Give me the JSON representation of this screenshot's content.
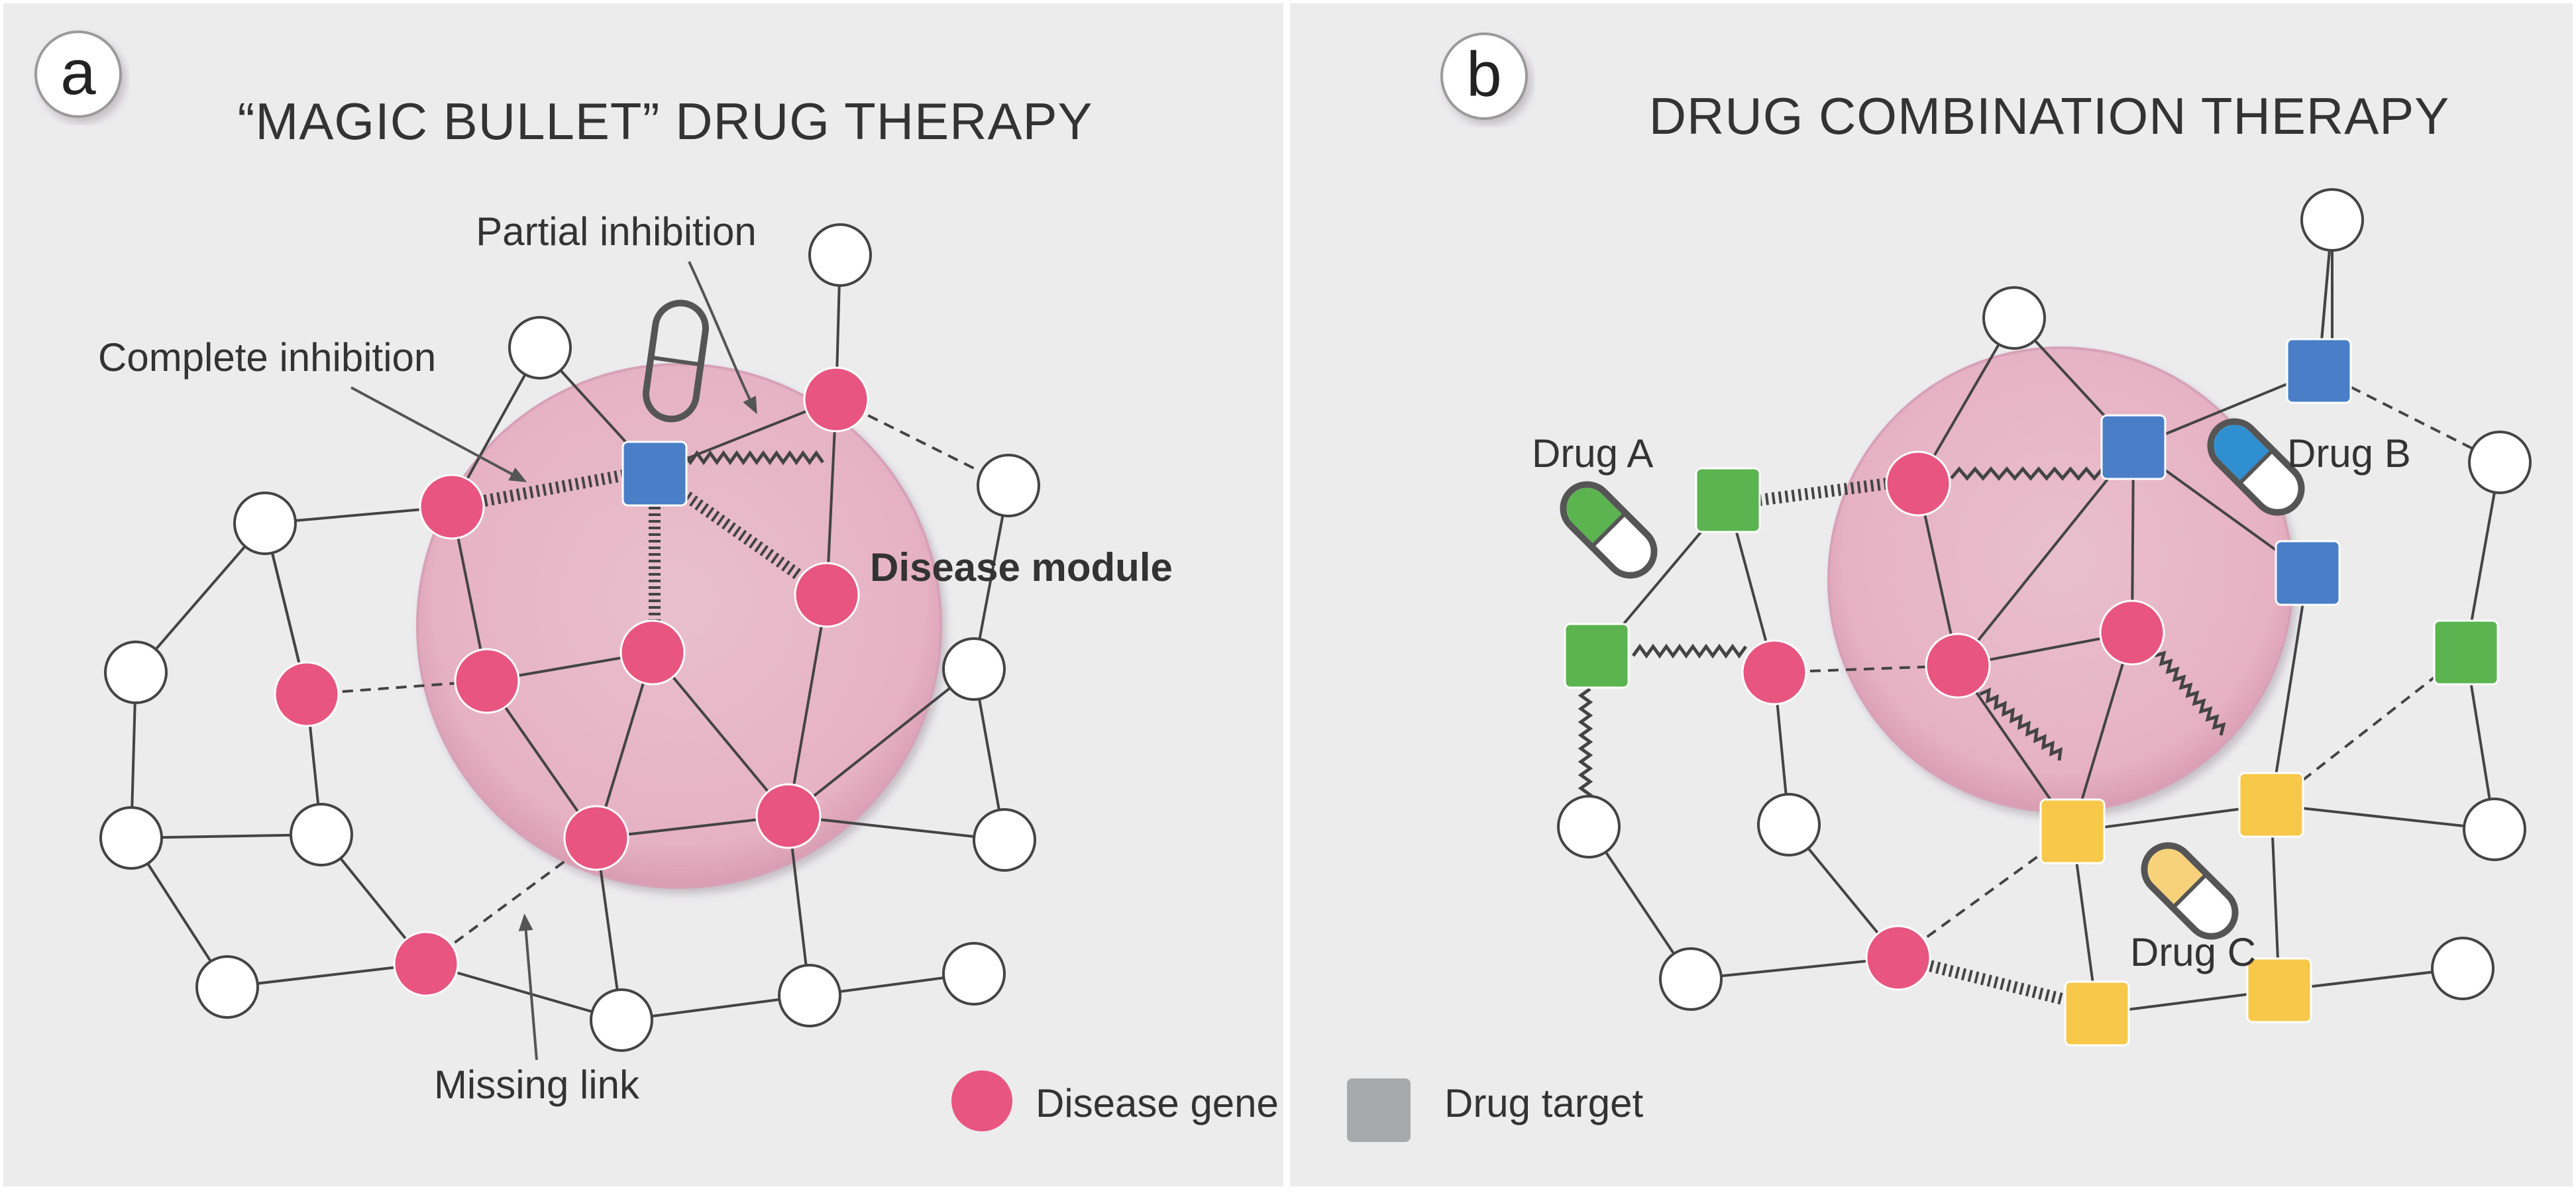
{
  "panel_a": {
    "letter": "a",
    "title": "“MAGIC BULLET” DRUG THERAPY",
    "labels": {
      "partial_inhibition": "Partial inhibition",
      "complete_inhibition": "Complete inhibition",
      "disease_module": "Disease module",
      "missing_link": "Missing link"
    }
  },
  "panel_b": {
    "letter": "b",
    "title": "DRUG COMBINATION THERAPY",
    "labels": {
      "drug_a": "Drug A",
      "drug_b": "Drug B",
      "drug_c": "Drug C"
    }
  },
  "legend": {
    "disease_gene": "Disease gene",
    "drug_target": "Drug target"
  },
  "colors": {
    "panel_bg": "#ececed",
    "module_fill": "#e8b4c6",
    "disease_gene": "#e85580",
    "target_blue": "#4a7fc8",
    "target_green": "#5bb450",
    "target_yellow": "#f7c84a",
    "legend_target": "#a7a9ab"
  }
}
